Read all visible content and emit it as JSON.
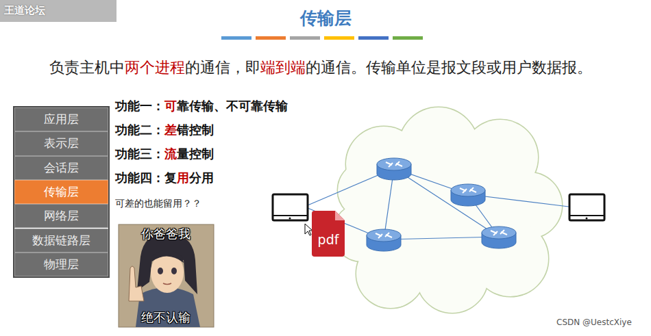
{
  "diagram": {
    "title": "传输层",
    "nodes": [
      {
        "text": [
          "应用层"
        ]
      },
      {
        "text": [
          "表示层"
        ]
      },
      {
        "text": [
          "会话层"
        ]
      },
      {
        "text": [
          "传输层"
        ]
      },
      {
        "text": [
          "网络层"
        ]
      },
      {
        "text": [
          "数据链路层"
        ]
      },
      {
        "text": [
          "物理层"
        ]
      },
      {
        "text": [
          "pdf"
        ]
      }
    ],
    "labels": [
      "王道论坛",
      "负责主机中",
      "两个进程",
      "的通信，即",
      "端到端",
      "的通信。传输单位是报文段或用户数据报。",
      "功能一：",
      "可",
      "靠传输、不可靠传输",
      "功能二：",
      "差",
      "错控制",
      "功能三：",
      "流",
      "量控制",
      "功能四：复",
      "用",
      "分用",
      "可差的也能留用？？",
      "你爸爸我",
      "绝不认输",
      "CSDN @UestcXiye"
    ]
  }
}
